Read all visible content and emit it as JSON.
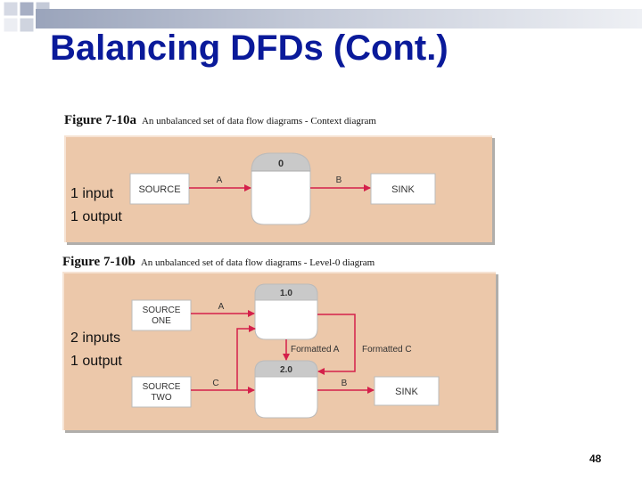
{
  "slide": {
    "title": "Balancing DFDs (Cont.)",
    "page_number": "48"
  },
  "colors": {
    "title": "#0a1a9a",
    "panel": "#ecc8aa",
    "flow_arrow": "#d4204a"
  },
  "figure_a": {
    "number": "Figure 7-10a",
    "caption": "An unbalanced set of data flow diagrams - Context diagram",
    "source": "SOURCE",
    "process_id": "0",
    "sink": "SINK",
    "flow_in": "A",
    "flow_out": "B",
    "note_line1": "1 input",
    "note_line2": "1 output"
  },
  "figure_b": {
    "number": "Figure 7-10b",
    "caption": "An unbalanced set of data flow diagrams - Level-0 diagram",
    "source_one_line1": "SOURCE",
    "source_one_line2": "ONE",
    "source_two_line1": "SOURCE",
    "source_two_line2": "TWO",
    "process1_id": "1.0",
    "process2_id": "2.0",
    "sink": "SINK",
    "flow_a": "A",
    "flow_c": "C",
    "flow_b": "B",
    "flow_formatted_a": "Formatted A",
    "flow_formatted_c": "Formatted C",
    "note_line1": "2 inputs",
    "note_line2": "1 output"
  }
}
